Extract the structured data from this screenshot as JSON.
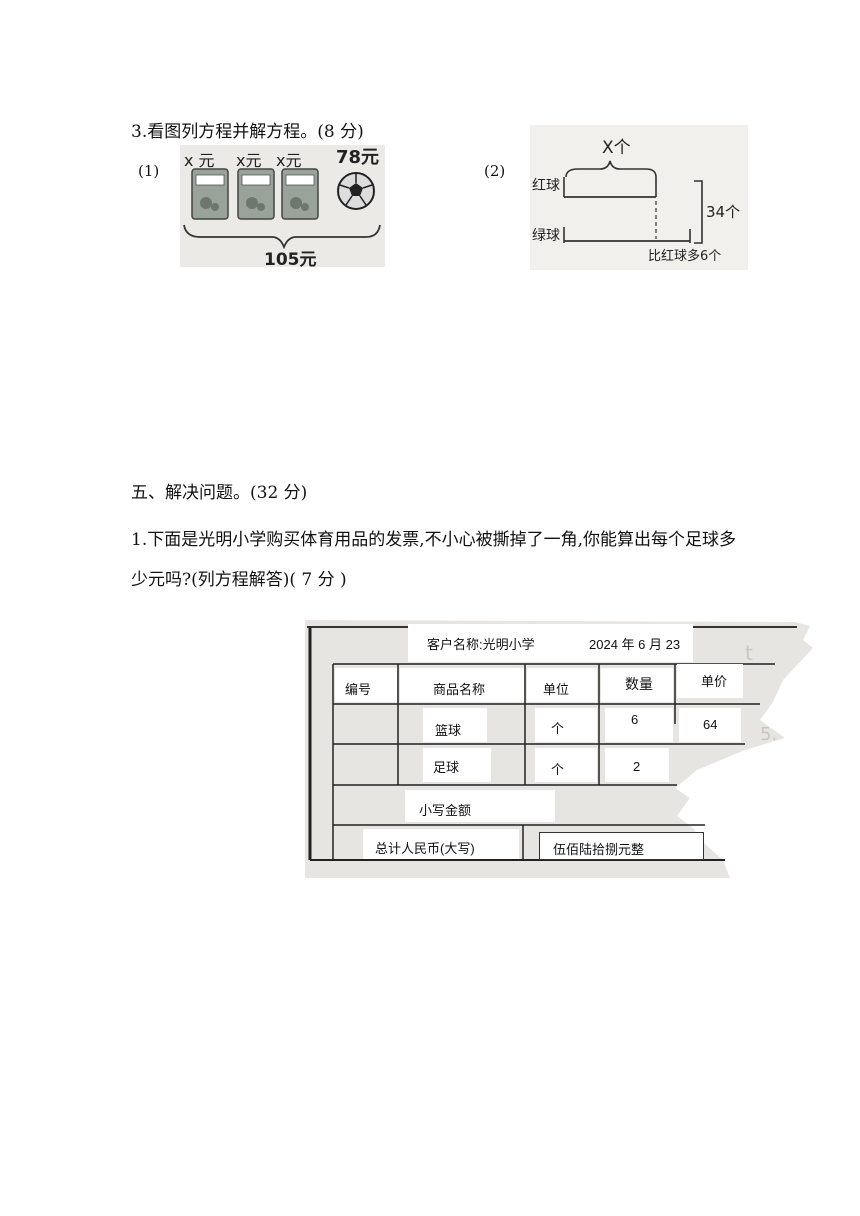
{
  "question3": {
    "title": "3.看图列方程并解方程。(8 分)",
    "part1": {
      "label": "(1)",
      "price_labels": [
        "x 元",
        "x元",
        "x元"
      ],
      "ball_price": "78元",
      "total": "105元"
    },
    "part2": {
      "label": "(2)",
      "top_label": "X个",
      "row1": "红球",
      "row2": "绿球",
      "total": "34个",
      "note": "比红球多6个"
    }
  },
  "section5": {
    "title": "五、解决问题。(32 分)",
    "problem1": "1.下面是光明小学购买体育用品的发票,不小心被撕掉了一角,你能算出每个足球多少元吗?(列方程解答)( 7 分 )"
  },
  "invoice": {
    "customer": "客户名称:光明小学",
    "date": "2024 年 6 月 23",
    "headers": [
      "编号",
      "商品名称",
      "单位",
      "数量",
      "单价"
    ],
    "rows": [
      {
        "name": "篮球",
        "unit": "个",
        "qty": "6",
        "price": "64"
      },
      {
        "name": "足球",
        "unit": "个",
        "qty": "2",
        "price": ""
      }
    ],
    "subtotal_label": "小写金额",
    "total_label": "总计人民币(大写)",
    "total_value": "伍佰陆拾捌元整"
  }
}
